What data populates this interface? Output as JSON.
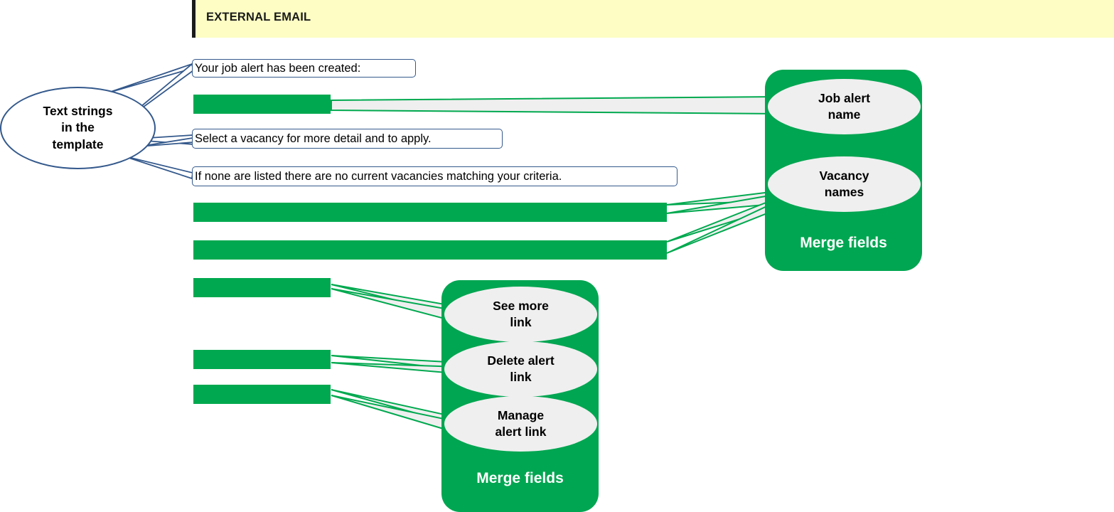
{
  "banner": {
    "label": "EXTERNAL EMAIL",
    "background": "#fdfdc4",
    "rule_color": "#1a1a1a"
  },
  "colors": {
    "merge_green": "#00a94f",
    "panel_green": "#00a651",
    "connector_blue": "#34598c",
    "ellipse_fill": "#efefef",
    "banner_yellow": "#fdfdc4"
  },
  "legend": {
    "source_ellipse": {
      "line1": "Text strings",
      "line2": "in the",
      "line3": "template"
    }
  },
  "template_strings": [
    {
      "text": "Your job alert has been created:"
    },
    {
      "text": "Select a vacancy for more detail and to apply."
    },
    {
      "text": "If none are listed there are no current vacancies matching your criteria."
    }
  ],
  "merge_bars": [
    {
      "id": "job-alert-name-bar"
    },
    {
      "id": "vacancy-name-bar-1"
    },
    {
      "id": "vacancy-name-bar-2"
    },
    {
      "id": "see-more-link-bar"
    },
    {
      "id": "delete-alert-link-bar"
    },
    {
      "id": "manage-alert-link-bar"
    }
  ],
  "panels": [
    {
      "id": "merge-fields-top",
      "title": "Merge fields",
      "fields": [
        {
          "line1": "Job alert",
          "line2": "name"
        },
        {
          "line1": "Vacancy",
          "line2": "names"
        }
      ]
    },
    {
      "id": "merge-fields-bottom",
      "title": "Merge fields",
      "fields": [
        {
          "line1": "See more",
          "line2": "link"
        },
        {
          "line1": "Delete alert",
          "line2": "link"
        },
        {
          "line1": "Manage",
          "line2": "alert link"
        }
      ]
    }
  ]
}
